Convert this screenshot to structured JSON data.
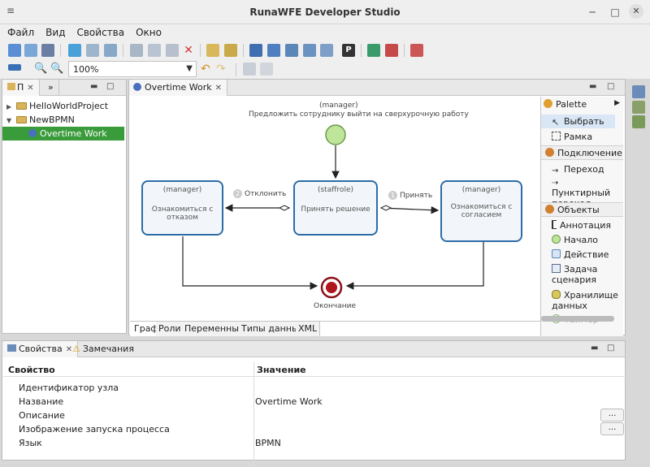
{
  "window": {
    "title": "RunaWFE Developer Studio",
    "menu_glyph": "≡",
    "min_glyph": "─",
    "max_glyph": "□",
    "close_glyph": "✕"
  },
  "menu": [
    "Файл",
    "Вид",
    "Свойства",
    "Окно"
  ],
  "toolbar": {
    "zoom_value": "100%",
    "zoom_arrow": "▼"
  },
  "explorer": {
    "tab1_label": "П",
    "tab2_label": "»",
    "close_glyph": "✕",
    "items": [
      {
        "label": "HelloWorldProject",
        "twisty": "▶"
      },
      {
        "label": "NewBPMN",
        "twisty": "▼"
      },
      {
        "label": "Overtime Work"
      }
    ]
  },
  "editor": {
    "tab_label": "Overtime Work",
    "close_glyph": "✕",
    "start": {
      "role": "(manager)",
      "description": "Предложить сотруднику выйти на сверхурочную работу"
    },
    "nodes": [
      {
        "role": "(manager)",
        "name": "Ознакомиться с отказом"
      },
      {
        "role": "(staffrole)",
        "name": "Принять решение"
      },
      {
        "role": "(manager)",
        "name": "Ознакомиться с согласием"
      }
    ],
    "transitions": [
      {
        "num": "2",
        "label": "Отклонить"
      },
      {
        "num": "1",
        "label": "Принять"
      }
    ],
    "end_label": "Окончание",
    "bottom_tabs": [
      "Граф",
      "Роли",
      "Переменные",
      "Типы данных",
      "XML"
    ]
  },
  "palette": {
    "title": "Palette",
    "select": "Выбрать",
    "marquee": "Рамка",
    "connection_header": "Подключение",
    "transition": "Переход",
    "dashed_transition": "Пунктирный переход",
    "objects_header": "Объекты",
    "annotation": "Аннотация",
    "start": "Начало",
    "action": "Действие",
    "script_task": "Задача сценария",
    "datastore": "Хранилище данных",
    "timer": "Таймер"
  },
  "properties": {
    "tab1": "Свойства",
    "tab2": "Замечания",
    "col_property": "Свойство",
    "col_value": "Значение",
    "rows": [
      {
        "name": "Идентификатор узла",
        "value": ""
      },
      {
        "name": "Название",
        "value": "Overtime Work"
      },
      {
        "name": "Описание",
        "value": ""
      },
      {
        "name": "Изображение запуска процесса",
        "value": ""
      },
      {
        "name": "Язык",
        "value": "BPMN"
      }
    ],
    "dots": "..."
  },
  "colors": {
    "accent_green": "#3a9b3a",
    "node_border": "#2d6ca8",
    "end_red": "#b0161e"
  }
}
